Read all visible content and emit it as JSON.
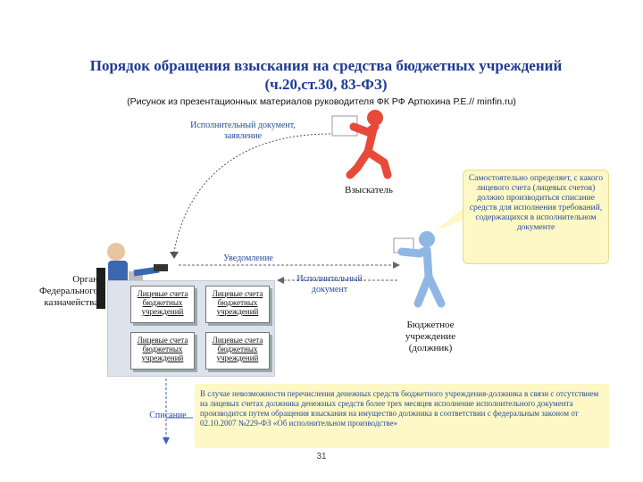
{
  "title_line1": "Порядок обращения взыскания на средства бюджетных учреждений",
  "title_line2": "(ч.20,ст.30, 83-ФЗ)",
  "subtitle": "(Рисунок из презентационных материалов руководителя ФК РФ Артюхина Р.Е.// minfin.ru)",
  "labels": {
    "exec_document": "Исполнительный документ, заявление",
    "notification": "Уведомление",
    "exec_document_2": "Исполнительный документ",
    "write_off": "Списание"
  },
  "actors": {
    "collector": "Взыскатель",
    "debtor": "Бюджетное учреждение (должник)",
    "authority": "Орган Федерального казначейства"
  },
  "accounts": [
    "Лицевые счета бюджетных учреждений",
    "Лицевые счета бюджетных учреждений",
    "Лицевые счета бюджетных учреждений",
    "Лицевые счета бюджетных учреждений"
  ],
  "note_self": "Самостоятельно определяет, с какого лицевого счета (лицевых счетов) должно производиться списание средств для исполнения требований, содержащихся в исполнительном документе",
  "note_bottom": "В случае невозможности перечисления денежных средств бюджетного учреждения-должника в связи с отсутствием на лицевых счетах должника денежных средств более трех месяцев исполнение исполнительного документа производится путем обращения взыскания на имущество должника в соответствии с федеральным законом от 02.10.2007 №229-ФЗ «Об исполнительном производстве»",
  "page_number": "31",
  "colors": {
    "title": "#1f3a93",
    "note_bg": "#fdf8c6",
    "collector_figure": "#e84a3a",
    "debtor_figure": "#8fb7e4",
    "authority_figure": "#3a67b0"
  }
}
